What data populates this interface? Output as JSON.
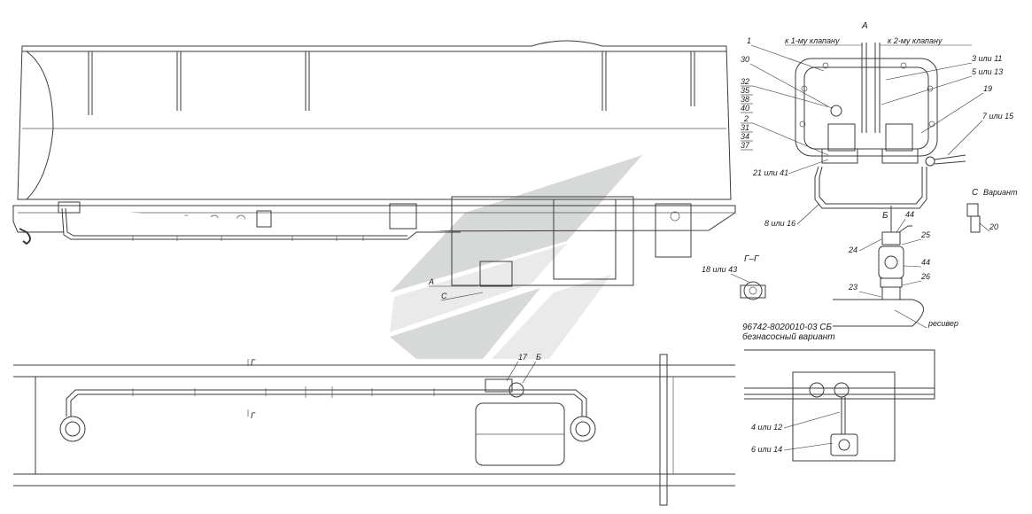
{
  "view_label_A": "А",
  "valve_1_label": "к 1-му клапану",
  "valve_2_label": "к 2-му клапану",
  "view_label_B": "Б",
  "view_label_C": "С",
  "variant_label": "Вариант",
  "section_label": "Г–Г",
  "doc_number": "96742-8020010-03 СБ",
  "doc_subtitle": "безнасосный вариант",
  "receiver_label": "ресивер",
  "section_mark_top": "Г",
  "section_mark_bottom": "Г",
  "callouts": {
    "c1": "1",
    "c30": "30",
    "c32": "32",
    "c35": "35",
    "c38": "38",
    "c40": "40",
    "c2": "2",
    "c31": "31",
    "c34": "34",
    "c37": "37",
    "c3_11": "3 или 11",
    "c5_13": "5 или 13",
    "c19": "19",
    "c7_15": "7 или 15",
    "c21_41": "21 или 41",
    "c8_16": "8 или 16",
    "c44a": "44",
    "c25": "25",
    "c24": "24",
    "c44b": "44",
    "c26": "26",
    "c23": "23",
    "c20": "20",
    "c18_43": "18 или 43",
    "c4_12": "4 или 12",
    "c6_14": "6 или 14",
    "c17": "17",
    "cA_main": "А",
    "cC_main": "С",
    "cB_bottom": "Б"
  }
}
